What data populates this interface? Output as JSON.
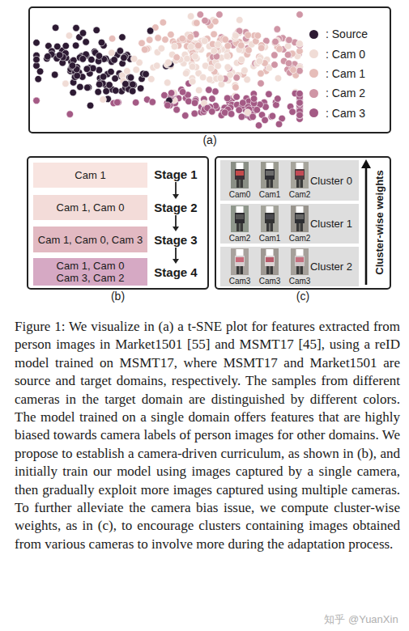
{
  "diagram": {
    "caption": "Figure 1: We visualize in (a) a t-SNE plot for features extracted from person images in Market1501 [55] and MSMT17 [45], using a reID model trained on MSMT17, where MSMT17 and Market1501 are source and target domains, respectively. The samples from different cameras in the target domain are distinguished by different colors. The model trained on a single domain offers features that are highly biased towards camera labels of person images for other domains. We propose to establish a camera-driven curriculum, as shown in (b), and initially train our model using images captured by a single camera, then gradually exploit more images captured using multiple cameras. To further alleviate the camera bias issue, we compute cluster-wise weights, as in (c), to encourage clusters containing images obtained from various cameras to involve more during the adaptation process.",
    "nodes": [
      {
        "text": [
          "(a)"
        ]
      },
      {
        "text": [
          "(b)"
        ]
      },
      {
        "text": [
          "Cam 1"
        ],
        "in": 1
      },
      {
        "text": [
          "Cam 1, Cam 0"
        ],
        "in": 1
      },
      {
        "text": [
          "Cam 1, Cam 0, Cam 3"
        ],
        "in": 1
      },
      {
        "text": [
          "Cam 1, Cam 0 Cam 3, Cam 2"
        ],
        "in": 1
      },
      {
        "text": [
          "(c)"
        ]
      },
      {
        "text": [
          "Cluster 0"
        ],
        "in": 6
      },
      {
        "text": [
          "Cluster 1"
        ],
        "in": 6
      },
      {
        "text": [
          "Cluster 2"
        ],
        "in": 6
      }
    ],
    "labels": [
      "Stage 1",
      "Stage 2",
      "Stage 3",
      "Stage 4",
      "Cam0",
      "Cam1",
      "Cam2",
      "Cam2",
      "Cam1",
      "Cam2",
      "Cam3",
      "Cam3",
      "Cam3",
      "Cluster-wise weights",
      "知乎 @YuanXin"
    ],
    "legend": [
      {
        "text": ": Source",
        "color": "#2d1a33"
      },
      {
        "text": ": Cam 0",
        "color": "#f0dcd6"
      },
      {
        "text": ": Cam 1",
        "color": "#e6bdb9"
      },
      {
        "text": ": Cam 2",
        "color": "#cf95a5"
      },
      {
        "text": ": Cam 3",
        "color": "#a45a85"
      }
    ]
  }
}
